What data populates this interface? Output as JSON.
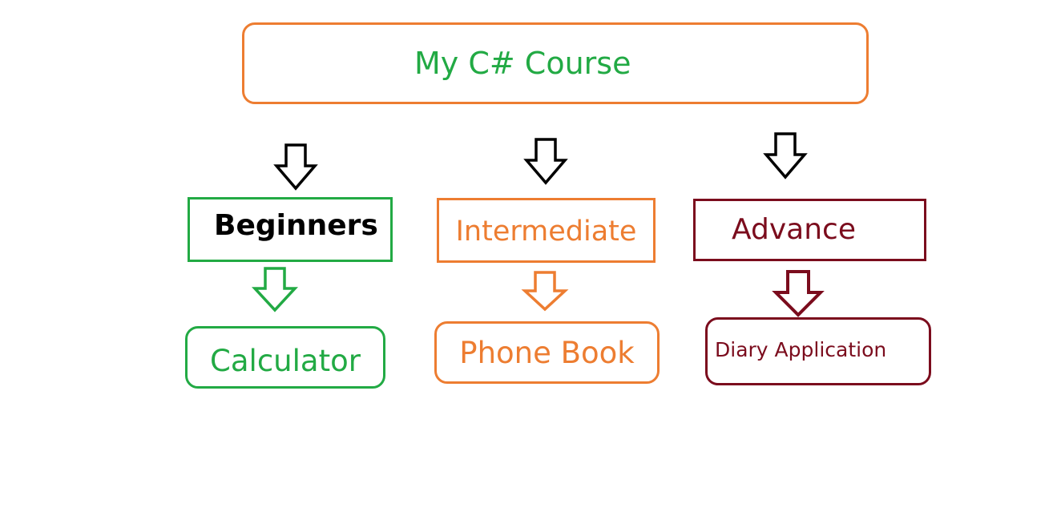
{
  "title": {
    "text": "My C# Course",
    "border_color": "#ed7d31",
    "text_color": "#22aa44"
  },
  "levels": [
    {
      "label": "Beginners",
      "border_color": "#22aa44",
      "text_color": "#000000",
      "level_arrow_color": "#000000",
      "project": {
        "label": "Calculator",
        "border_color": "#22aa44",
        "text_color": "#22aa44",
        "arrow_color": "#22aa44"
      }
    },
    {
      "label": "Intermediate",
      "border_color": "#ed7d31",
      "text_color": "#ed7d31",
      "level_arrow_color": "#000000",
      "project": {
        "label": "Phone Book",
        "border_color": "#ed7d31",
        "text_color": "#ed7d31",
        "arrow_color": "#ed7d31"
      }
    },
    {
      "label": "Advance",
      "border_color": "#7b0c1d",
      "text_color": "#7b0c1d",
      "level_arrow_color": "#000000",
      "project": {
        "label": "Diary Application",
        "border_color": "#7b0c1d",
        "text_color": "#7b0c1d",
        "arrow_color": "#7b0c1d"
      }
    }
  ]
}
